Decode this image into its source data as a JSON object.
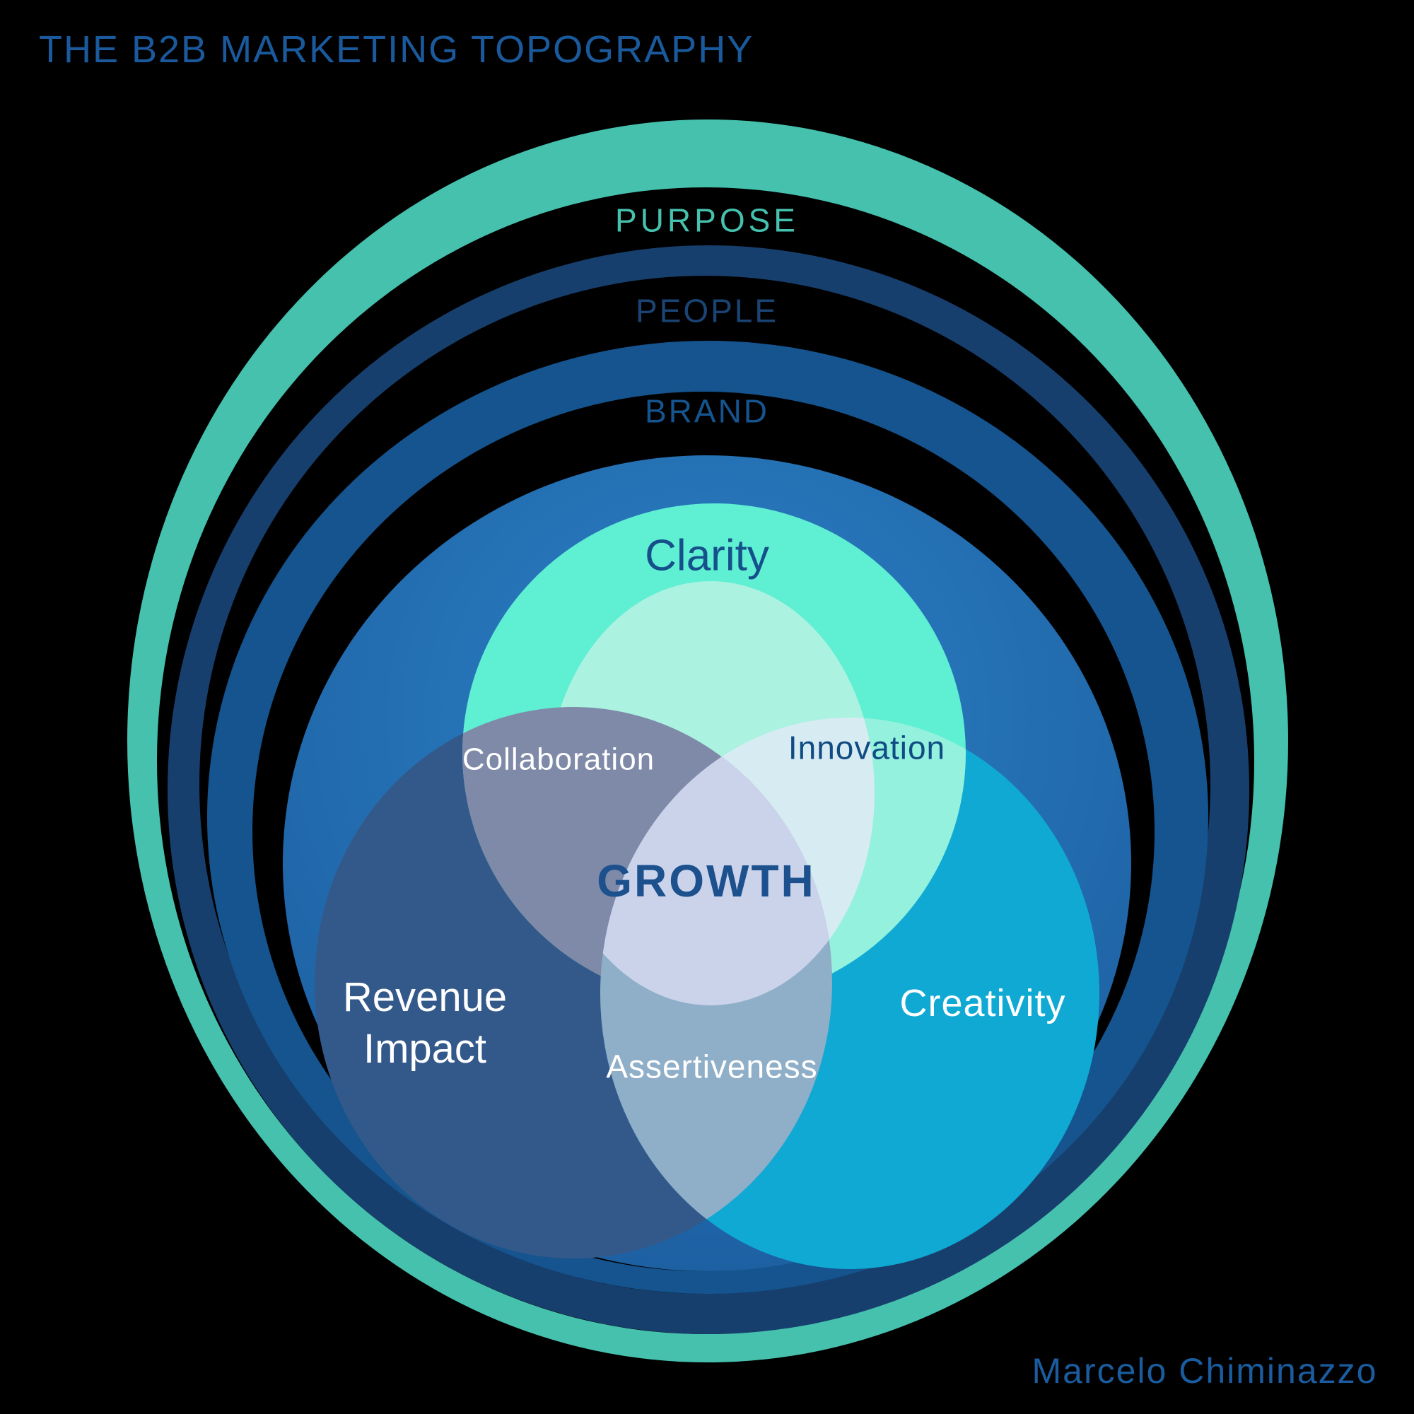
{
  "title": {
    "text": "THE B2B MARKETING TOPOGRAPHY"
  },
  "attribution": {
    "text": "Marcelo Chiminazzo"
  },
  "rings": [
    {
      "id": "purpose",
      "label": "PURPOSE"
    },
    {
      "id": "people",
      "label": "PEOPLE"
    },
    {
      "id": "brand",
      "label": "BRAND"
    }
  ],
  "venn": {
    "center_label": "GROWTH",
    "circles": [
      {
        "id": "clarity",
        "label": "Clarity"
      },
      {
        "id": "revenue-impact",
        "label": "Revenue Impact",
        "line1": "Revenue",
        "line2": "Impact"
      },
      {
        "id": "creativity",
        "label": "Creativity"
      }
    ],
    "overlaps": [
      {
        "id": "collaboration",
        "label": "Collaboration",
        "between": "Clarity + Revenue Impact"
      },
      {
        "id": "innovation",
        "label": "Innovation",
        "between": "Clarity + Creativity"
      },
      {
        "id": "assertiveness",
        "label": "Assertiveness",
        "between": "Revenue Impact + Creativity"
      }
    ]
  },
  "colors": {
    "background": "#000000",
    "title_text": "#1A5A9C",
    "ring_purpose": "#45C1AE",
    "ring_people": "#173F6D",
    "ring_brand": "#15548E",
    "disc_inner": "#2B80C4",
    "disc_outer": "#1B5C9E",
    "clarity": "#5FEFD3",
    "clarity_light": "#ABF2E1",
    "revenue_impact": "#33598B",
    "creativity": "#0FA9D4",
    "overlap_collaboration": "#7F89A8",
    "overlap_innovation_base": "#93F1DD",
    "overlap_innovation_light": "#D7EBF2",
    "overlap_assertiveness": "#8FAEC8",
    "center_growth": "#CBD3EB",
    "growth_text": "#1C518E",
    "attribution_text": "#1A5C9E"
  }
}
